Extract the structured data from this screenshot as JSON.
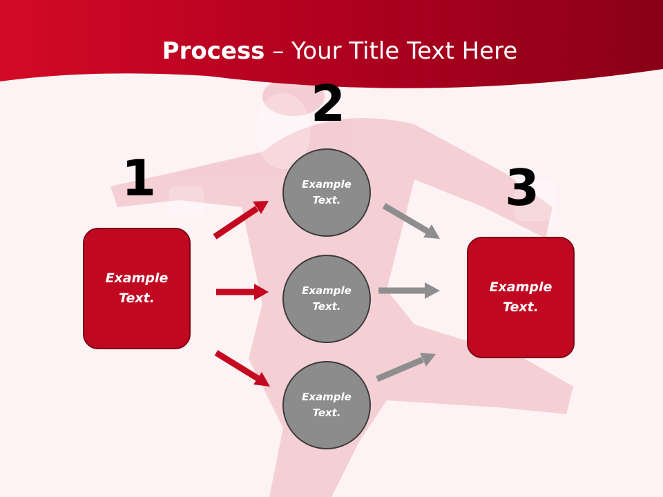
{
  "title": {
    "bold": "Process",
    "rest": " – Your Title Text Here"
  },
  "colors": {
    "accent": "#c00821",
    "header": "#b3001f",
    "circle": "#8c8c8c",
    "gray_arrow": "#8e8e8e",
    "red_arrow": "#c4081f"
  },
  "steps": [
    {
      "number": "1",
      "text_line1": "Example",
      "text_line2": "Text."
    },
    {
      "number": "2"
    },
    {
      "number": "3",
      "text_line1": "Example",
      "text_line2": "Text."
    }
  ],
  "circles": [
    {
      "text_line1": "Example",
      "text_line2": "Text."
    },
    {
      "text_line1": "Example",
      "text_line2": "Text."
    },
    {
      "text_line1": "Example",
      "text_line2": "Text."
    }
  ]
}
